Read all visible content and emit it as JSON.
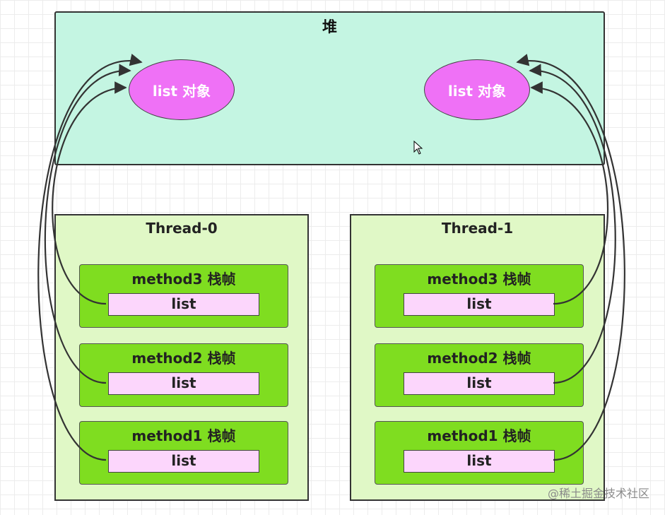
{
  "heap": {
    "title": "堆",
    "objects": [
      "list 对象",
      "list 对象"
    ]
  },
  "threads": [
    {
      "name": "Thread-0",
      "frames": [
        {
          "label": "method3 栈帧",
          "var": "list"
        },
        {
          "label": "method2 栈帧",
          "var": "list"
        },
        {
          "label": "method1 栈帧",
          "var": "list"
        }
      ]
    },
    {
      "name": "Thread-1",
      "frames": [
        {
          "label": "method3 栈帧",
          "var": "list"
        },
        {
          "label": "method2 栈帧",
          "var": "list"
        },
        {
          "label": "method1 栈帧",
          "var": "list"
        }
      ]
    }
  ],
  "watermark": "@稀土掘金技术社区",
  "colors": {
    "heap_fill": "#c4f5e2",
    "object_fill": "#ef71f6",
    "thread_fill": "#e0f8c6",
    "frame_fill": "#7fdd20",
    "variable_fill": "#fcd6fc",
    "arrow": "#333333"
  }
}
